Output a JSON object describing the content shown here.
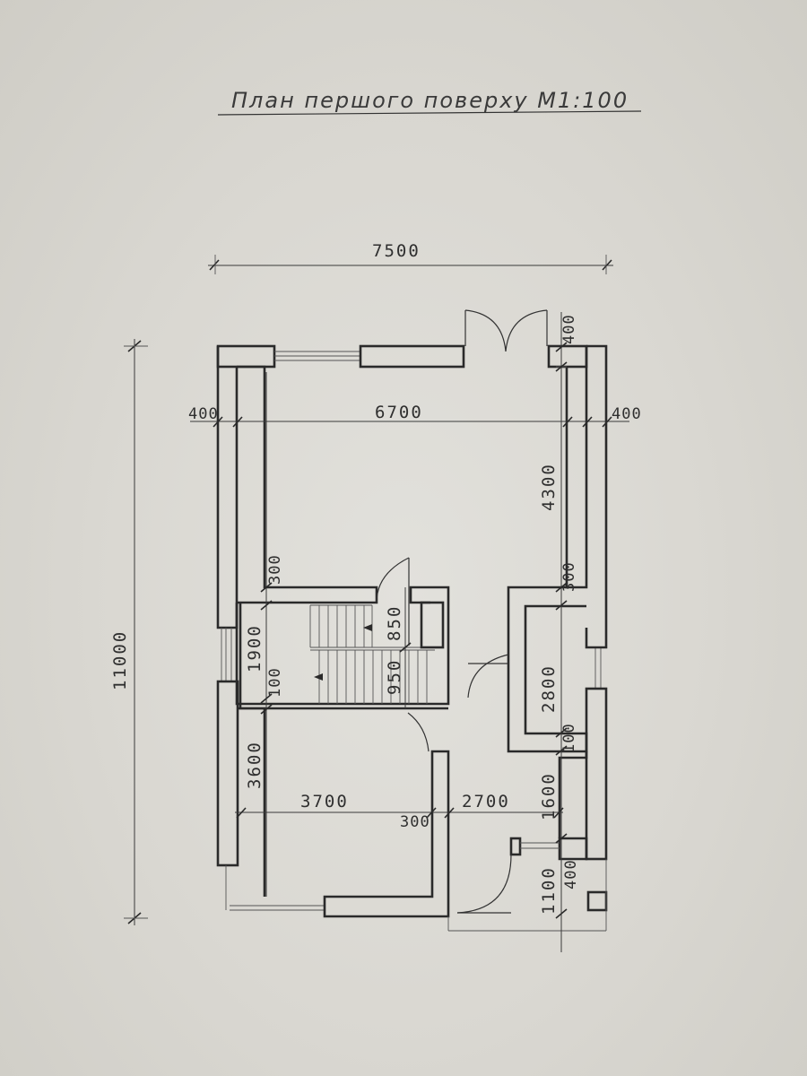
{
  "title": "План першого поверху М1:100",
  "dimensions": {
    "overall_width": "7500",
    "overall_height": "11000",
    "wall_left_top": "400",
    "inner_width_top": "6700",
    "wall_right_top": "400",
    "wall_top_right": "400",
    "hall_depth": "4300",
    "partition_left": "300",
    "partition_right": "300",
    "stair_depth": "1900",
    "partition_mid_left": "100",
    "stair_upper": "850",
    "stair_lower": "950",
    "closet_depth": "2800",
    "partition_mid_right": "100",
    "room_depth": "3600",
    "room_width": "3700",
    "partition_bottom": "300",
    "entry_width": "2700",
    "entry_depth": "1600",
    "porch_depth": "1100",
    "porch_wall": "400"
  }
}
